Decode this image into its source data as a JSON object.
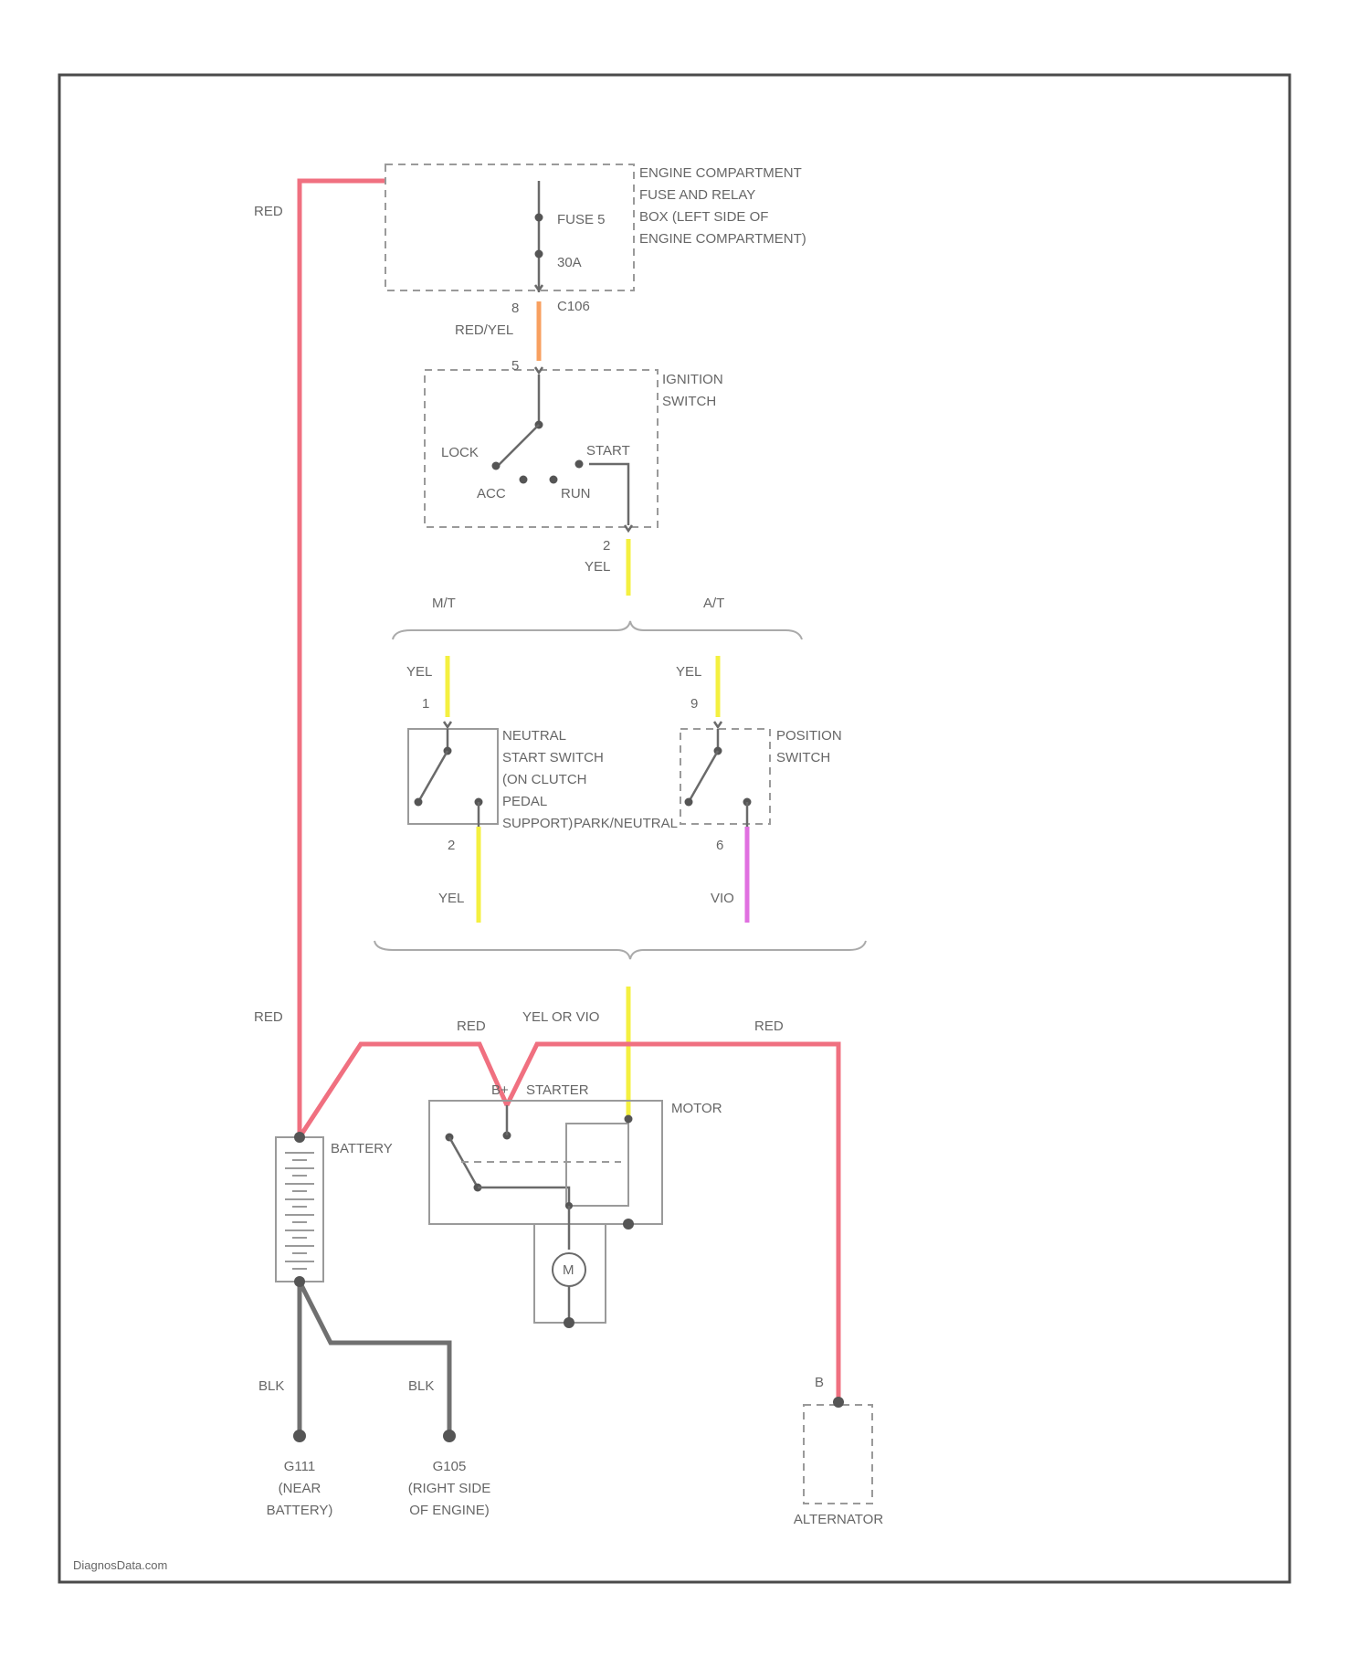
{
  "colors": {
    "red": "#f07080",
    "red_yel": "#f8a060",
    "yel": "#f4f040",
    "vio": "#e070e0",
    "blk": "#707070"
  },
  "fuse_box": {
    "label_lines": [
      "ENGINE COMPARTMENT",
      "FUSE AND RELAY",
      "BOX (LEFT SIDE OF",
      "ENGINE COMPARTMENT)"
    ],
    "fuse_label": "FUSE 5",
    "fuse_rating": "30A",
    "connector": "C106",
    "pin_out": "8"
  },
  "ignition_switch": {
    "label_lines": [
      "IGNITION",
      "SWITCH"
    ],
    "pin_in": "5",
    "pin_out": "2",
    "positions": {
      "lock": "LOCK",
      "acc": "ACC",
      "run": "RUN",
      "start": "START"
    }
  },
  "variants": {
    "mt": "M/T",
    "at": "A/T"
  },
  "neutral_switch": {
    "label_lines": [
      "NEUTRAL",
      "START SWITCH",
      "(ON CLUTCH",
      "PEDAL",
      "SUPPORT)"
    ],
    "pin_in": "1",
    "pin_out": "2"
  },
  "position_switch": {
    "label_lines": [
      "POSITION",
      "SWITCH"
    ],
    "overlap_text": "PARK/NEUTRAL",
    "pin_in": "9",
    "pin_out": "6"
  },
  "wires": {
    "red_battery_top": "RED",
    "red_yel": "RED/YEL",
    "yel_ign": "YEL",
    "yel_mt_in": "YEL",
    "yel_at_in": "YEL",
    "yel_mt_out": "YEL",
    "vio_at_out": "VIO",
    "red_battery": "RED",
    "red_starter": "RED",
    "yel_or_vio": "YEL OR VIO",
    "red_alternator": "RED",
    "blk_1": "BLK",
    "blk_2": "BLK"
  },
  "starter": {
    "label": "STARTER",
    "terminal": "B+",
    "motor_label": "MOTOR",
    "symbol": "M"
  },
  "battery": {
    "label": "BATTERY"
  },
  "grounds": [
    {
      "lines": [
        "G111",
        "(NEAR",
        "BATTERY)"
      ]
    },
    {
      "lines": [
        "G105",
        "(RIGHT SIDE",
        "OF ENGINE)"
      ]
    }
  ],
  "alternator": {
    "label": "ALTERNATOR",
    "terminal": "B"
  },
  "footer": "DiagnosData.com"
}
